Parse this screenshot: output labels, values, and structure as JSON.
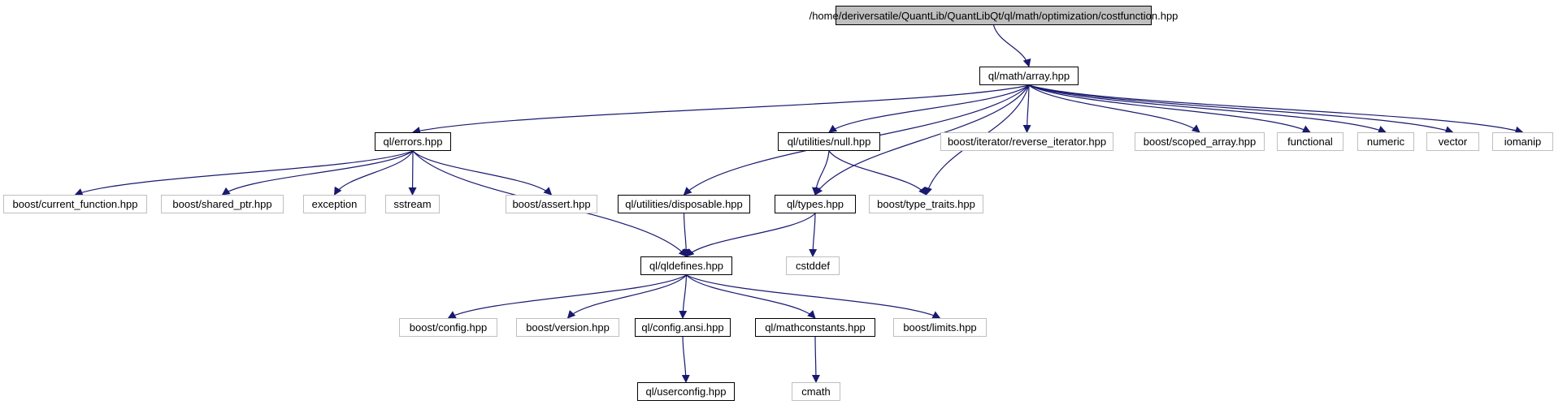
{
  "colors": {
    "edge": "#191970",
    "local_border": "#000000",
    "external_border": "#bfbfbf",
    "root_fill": "#bfbfbf",
    "text": "#000000"
  },
  "nodes": {
    "costfunction": {
      "label": "/home/deriversatile/QuantLib/QuantLibQt/ql/math/optimization/costfunction.hpp",
      "kind": "root"
    },
    "array": {
      "label": "ql/math/array.hpp",
      "kind": "local"
    },
    "errors": {
      "label": "ql/errors.hpp",
      "kind": "local"
    },
    "null": {
      "label": "ql/utilities/null.hpp",
      "kind": "local"
    },
    "reverse_iterator": {
      "label": "boost/iterator/reverse_iterator.hpp",
      "kind": "external"
    },
    "scoped_array": {
      "label": "boost/scoped_array.hpp",
      "kind": "external"
    },
    "functional": {
      "label": "functional",
      "kind": "external"
    },
    "numeric": {
      "label": "numeric",
      "kind": "external"
    },
    "vector": {
      "label": "vector",
      "kind": "external"
    },
    "iomanip": {
      "label": "iomanip",
      "kind": "external"
    },
    "current_function": {
      "label": "boost/current_function.hpp",
      "kind": "external"
    },
    "shared_ptr": {
      "label": "boost/shared_ptr.hpp",
      "kind": "external"
    },
    "exception": {
      "label": "exception",
      "kind": "external"
    },
    "sstream": {
      "label": "sstream",
      "kind": "external"
    },
    "assert": {
      "label": "boost/assert.hpp",
      "kind": "external"
    },
    "disposable": {
      "label": "ql/utilities/disposable.hpp",
      "kind": "local"
    },
    "types": {
      "label": "ql/types.hpp",
      "kind": "local"
    },
    "type_traits": {
      "label": "boost/type_traits.hpp",
      "kind": "external"
    },
    "qldefines": {
      "label": "ql/qldefines.hpp",
      "kind": "local"
    },
    "cstddef": {
      "label": "cstddef",
      "kind": "external"
    },
    "config": {
      "label": "boost/config.hpp",
      "kind": "external"
    },
    "version": {
      "label": "boost/version.hpp",
      "kind": "external"
    },
    "config_ansi": {
      "label": "ql/config.ansi.hpp",
      "kind": "local"
    },
    "mathconstants": {
      "label": "ql/mathconstants.hpp",
      "kind": "local"
    },
    "limits": {
      "label": "boost/limits.hpp",
      "kind": "external"
    },
    "userconfig": {
      "label": "ql/userconfig.hpp",
      "kind": "local"
    },
    "cmath": {
      "label": "cmath",
      "kind": "external"
    }
  },
  "edges": [
    [
      "costfunction",
      "array"
    ],
    [
      "array",
      "errors"
    ],
    [
      "array",
      "disposable"
    ],
    [
      "array",
      "types"
    ],
    [
      "array",
      "null"
    ],
    [
      "array",
      "type_traits"
    ],
    [
      "array",
      "reverse_iterator"
    ],
    [
      "array",
      "scoped_array"
    ],
    [
      "array",
      "functional"
    ],
    [
      "array",
      "numeric"
    ],
    [
      "array",
      "vector"
    ],
    [
      "array",
      "iomanip"
    ],
    [
      "errors",
      "current_function"
    ],
    [
      "errors",
      "shared_ptr"
    ],
    [
      "errors",
      "exception"
    ],
    [
      "errors",
      "sstream"
    ],
    [
      "errors",
      "assert"
    ],
    [
      "errors",
      "qldefines"
    ],
    [
      "null",
      "types"
    ],
    [
      "null",
      "type_traits"
    ],
    [
      "disposable",
      "qldefines"
    ],
    [
      "types",
      "qldefines"
    ],
    [
      "types",
      "cstddef"
    ],
    [
      "qldefines",
      "config"
    ],
    [
      "qldefines",
      "version"
    ],
    [
      "qldefines",
      "config_ansi"
    ],
    [
      "qldefines",
      "mathconstants"
    ],
    [
      "qldefines",
      "limits"
    ],
    [
      "config_ansi",
      "userconfig"
    ],
    [
      "mathconstants",
      "cmath"
    ]
  ]
}
